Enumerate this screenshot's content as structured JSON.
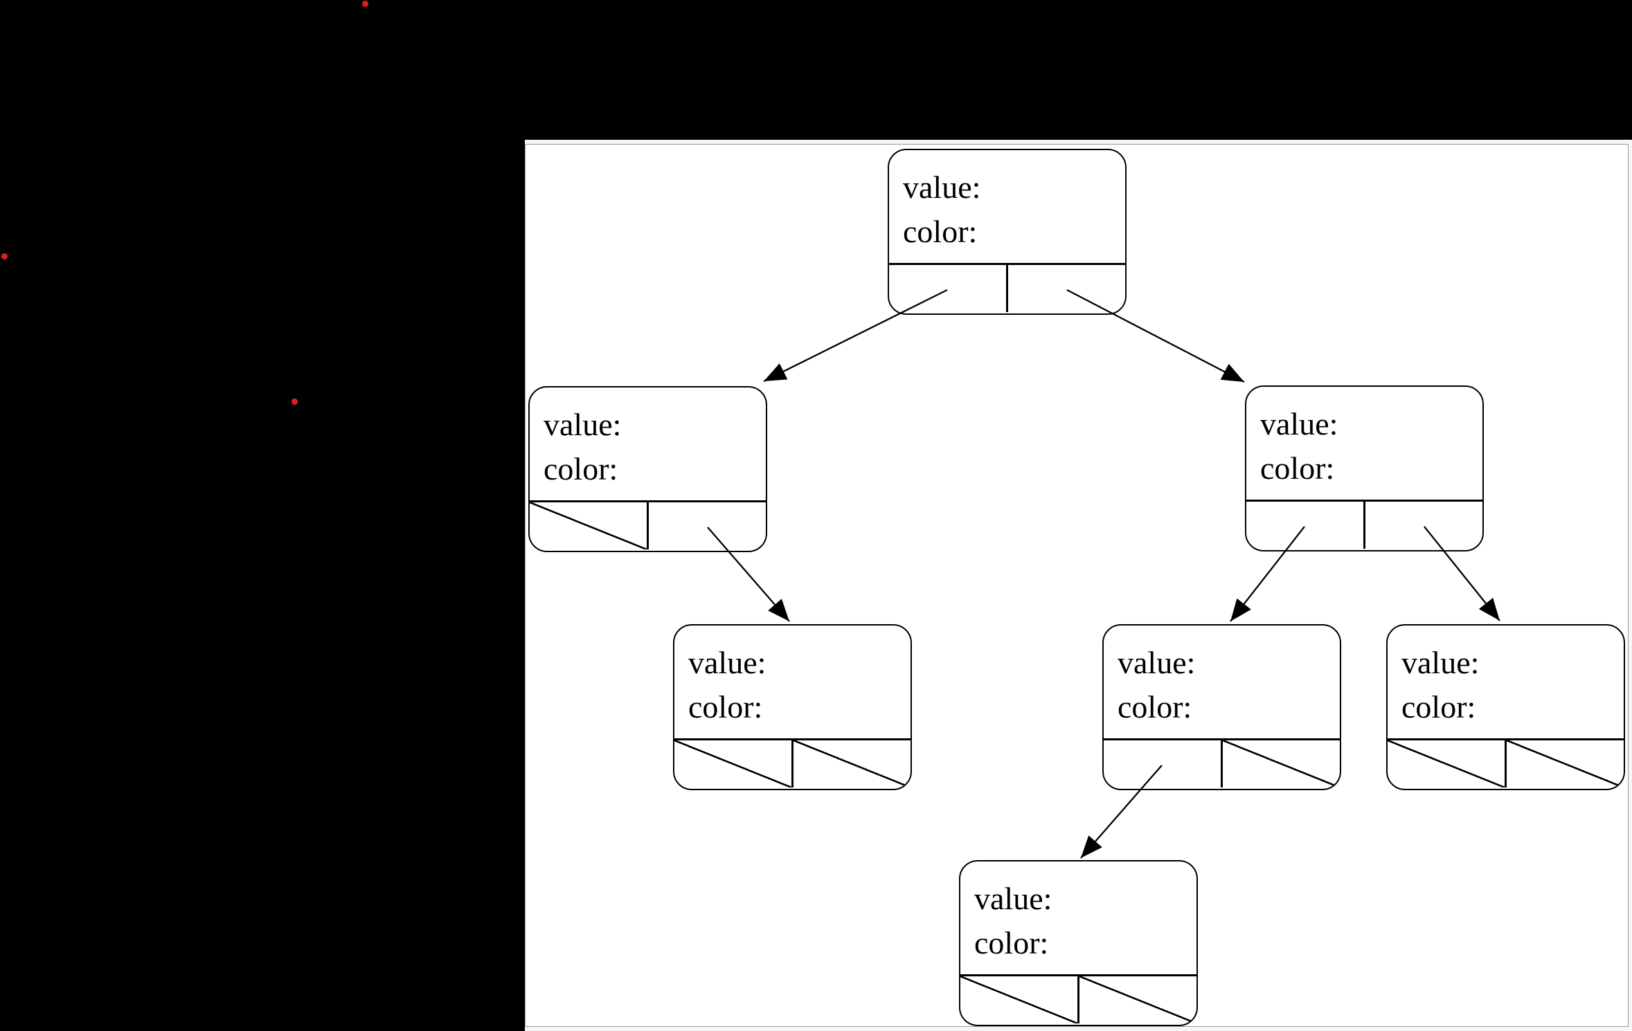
{
  "diagram": {
    "kind": "binary-tree-node-diagram",
    "tree": {
      "nodes": [
        {
          "id": "root",
          "value_label": "value:",
          "color_label": "color:",
          "left_child": "left",
          "right_child": "right"
        },
        {
          "id": "left",
          "value_label": "value:",
          "color_label": "color:",
          "left_child": null,
          "right_child": "left-right"
        },
        {
          "id": "right",
          "value_label": "value:",
          "color_label": "color:",
          "left_child": "right-left",
          "right_child": "right-right"
        },
        {
          "id": "left-right",
          "value_label": "value:",
          "color_label": "color:",
          "left_child": null,
          "right_child": null
        },
        {
          "id": "right-left",
          "value_label": "value:",
          "color_label": "color:",
          "left_child": "right-left-left",
          "right_child": null
        },
        {
          "id": "right-right",
          "value_label": "value:",
          "color_label": "color:",
          "left_child": null,
          "right_child": null
        },
        {
          "id": "right-left-left",
          "value_label": "value:",
          "color_label": "color:",
          "left_child": null,
          "right_child": null
        }
      ]
    }
  },
  "colors": {
    "background": "#000000",
    "canvas": "#ffffff",
    "frame": "#f6f6f6",
    "line": "#000000",
    "red_dot": "#e01d1d"
  },
  "annotations": {
    "red_dot_count": 3
  }
}
